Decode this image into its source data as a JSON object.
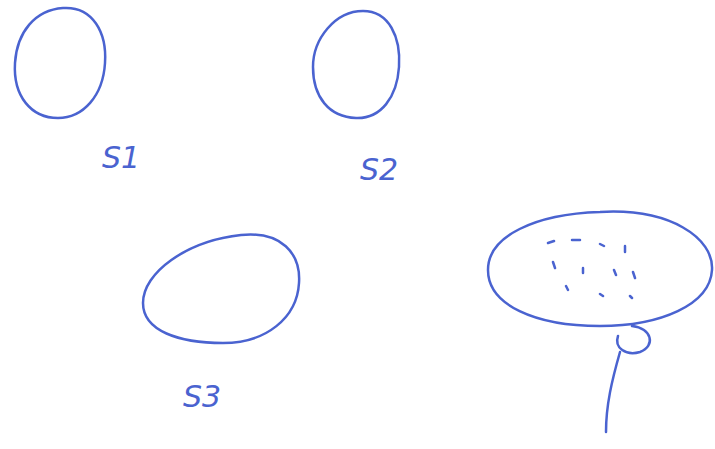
{
  "diagram": {
    "nodes": [
      {
        "text": [
          "S1"
        ]
      },
      {
        "text": [
          "S2"
        ]
      },
      {
        "text": [
          "S3"
        ]
      }
    ]
  }
}
